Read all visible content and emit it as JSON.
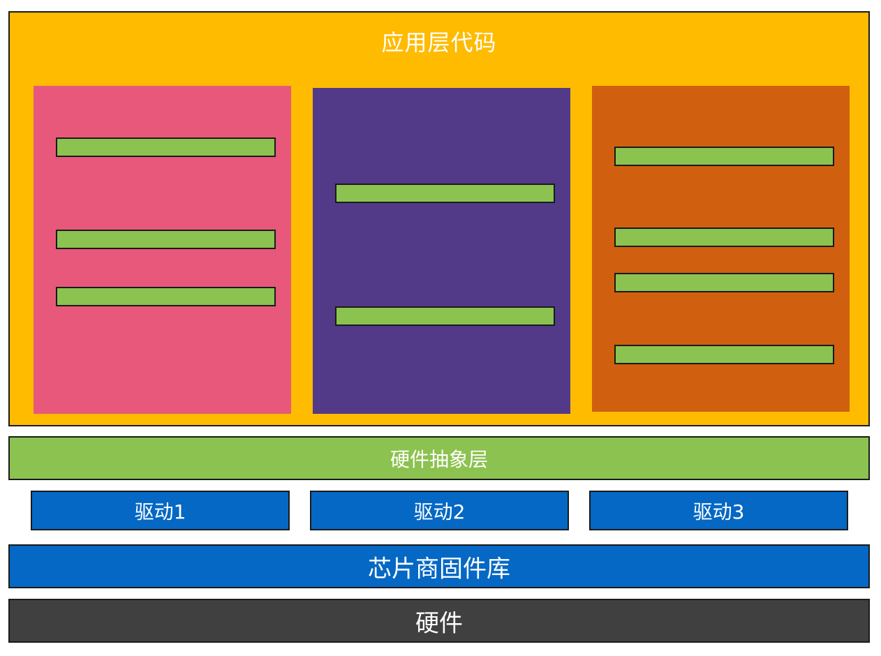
{
  "layers": {
    "application": {
      "title": "应用层代码",
      "color": "#ffbb00",
      "modules": [
        {
          "color": "#e8587a",
          "bar_count": 3
        },
        {
          "color": "#523a89",
          "bar_count": 2
        },
        {
          "color": "#d0600f",
          "bar_count": 4
        }
      ],
      "bar_color": "#8cc250"
    },
    "hal": {
      "label": "硬件抽象层",
      "color": "#8cc250"
    },
    "drivers": [
      {
        "label": "驱动1",
        "color": "#0468c4"
      },
      {
        "label": "驱动2",
        "color": "#0468c4"
      },
      {
        "label": "驱动3",
        "color": "#0468c4"
      }
    ],
    "vendor_firmware": {
      "label": "芯片商固件库",
      "color": "#0468c4"
    },
    "hardware": {
      "label": "硬件",
      "color": "#404040"
    }
  }
}
